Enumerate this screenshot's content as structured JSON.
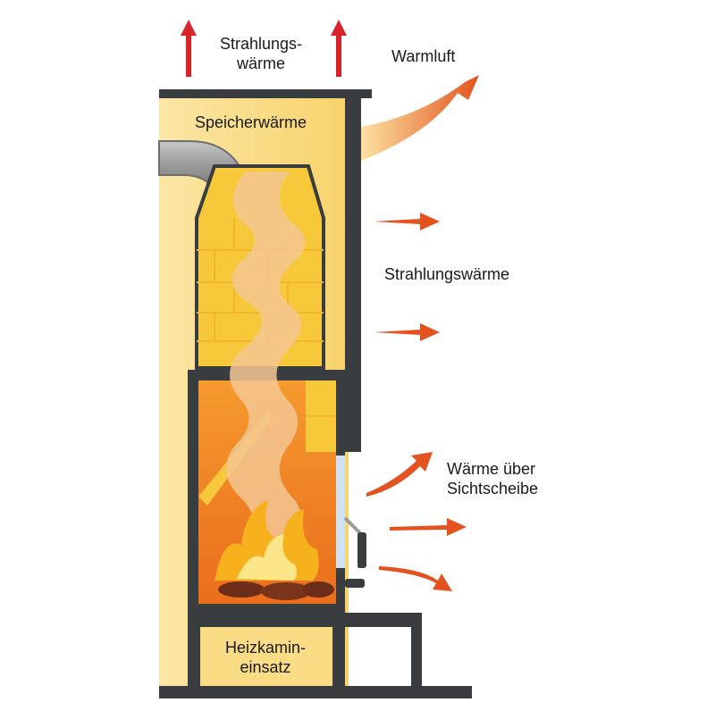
{
  "labels": {
    "strahlung_top_line1": "Strahlungs-",
    "strahlung_top_line2": "wärme",
    "warmluft": "Warmluft",
    "speicherwaerme": "Speicherwärme",
    "strahlung_side": "Strahlungswärme",
    "sichtscheibe_line1": "Wärme über",
    "sichtscheibe_line2": "Sichtscheibe",
    "heizkamin_line1": "Heizkamin-",
    "heizkamin_line2": "einsatz"
  },
  "colors": {
    "wall": "#3a3d40",
    "stone": "#f9dc84",
    "stone_dark": "#f5c842",
    "brick": "#f7c83a",
    "fire": "#f2801e",
    "fire_dark": "#e4641a",
    "smoke": "#f3c793",
    "arrow_red": "#d8232a",
    "arrow_orange": "#e4531f",
    "glass": "#cfe3f4",
    "pipe": "#9b9b9b"
  }
}
